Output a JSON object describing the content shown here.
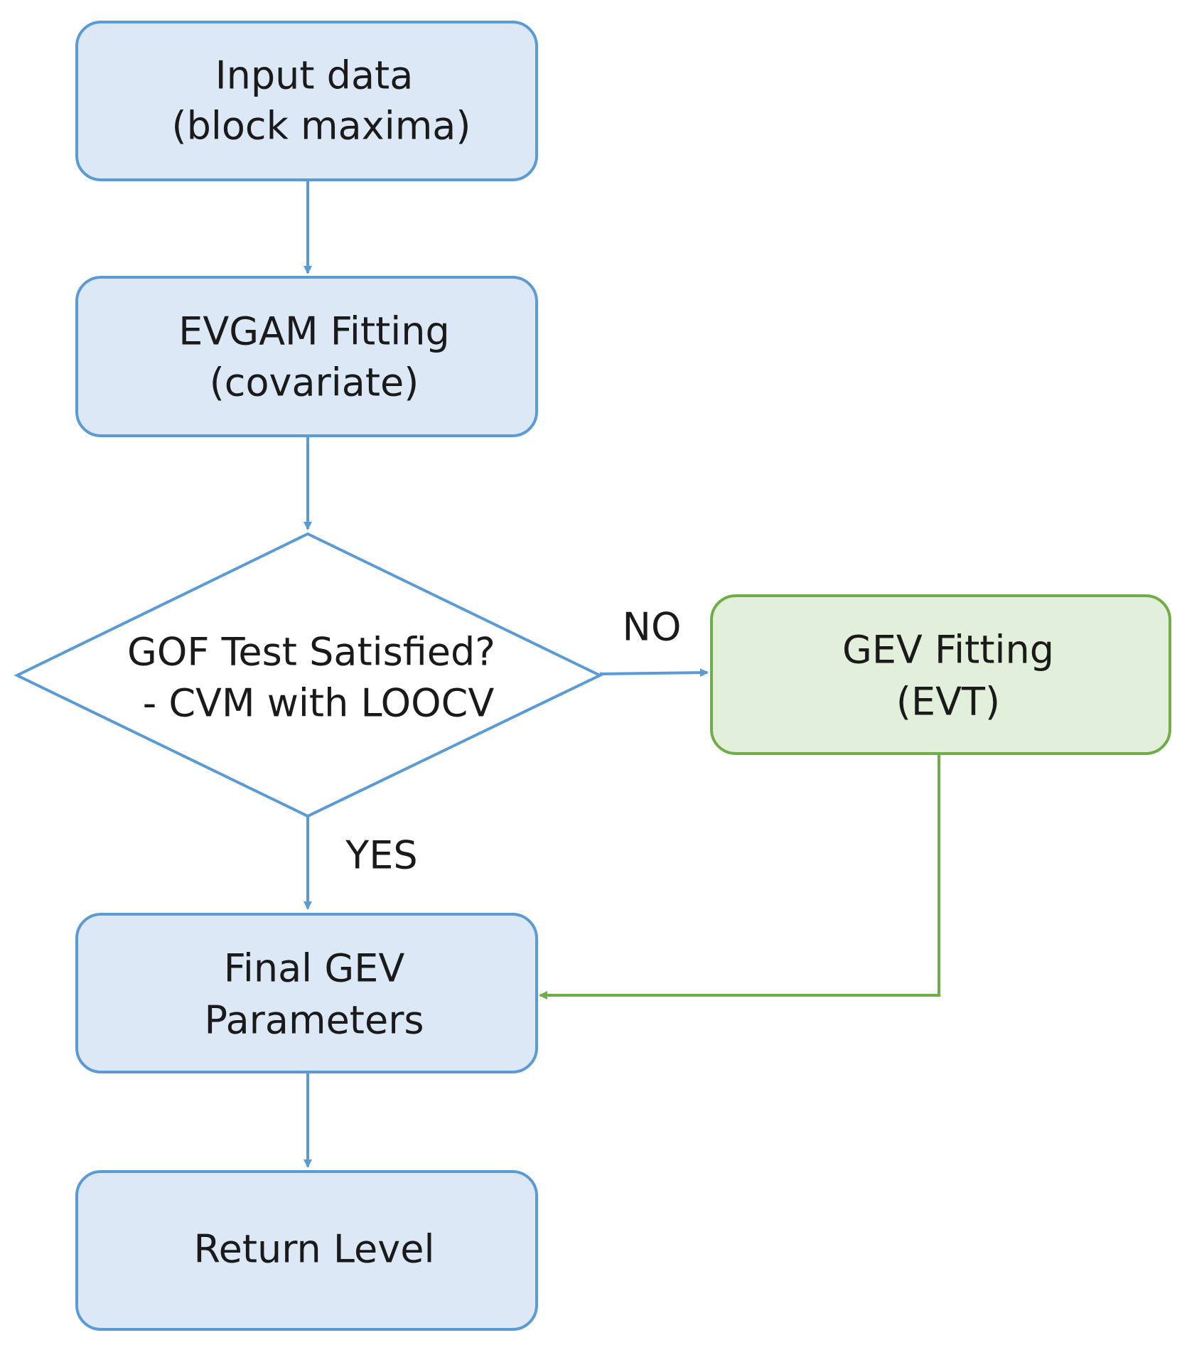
{
  "colors": {
    "blue_fill": "#dce8f5",
    "blue_stroke": "#5b9bd5",
    "green_fill": "#e2efda",
    "green_stroke": "#70ad47",
    "text": "#1a1a1a"
  },
  "nodes": {
    "input": {
      "line1": "Input data",
      "line2": "(block maxima)"
    },
    "evgam": {
      "line1": "EVGAM Fitting",
      "line2": "(covariate)"
    },
    "gof": {
      "line1": "GOF Test Satisfied?",
      "line2": "- CVM with LOOCV"
    },
    "gev": {
      "line1": "GEV Fitting",
      "line2": "(EVT)"
    },
    "final": {
      "line1": "Final GEV",
      "line2": "Parameters"
    },
    "return": {
      "line1": "Return Level"
    }
  },
  "edges": {
    "no_label": "NO",
    "yes_label": "YES"
  }
}
